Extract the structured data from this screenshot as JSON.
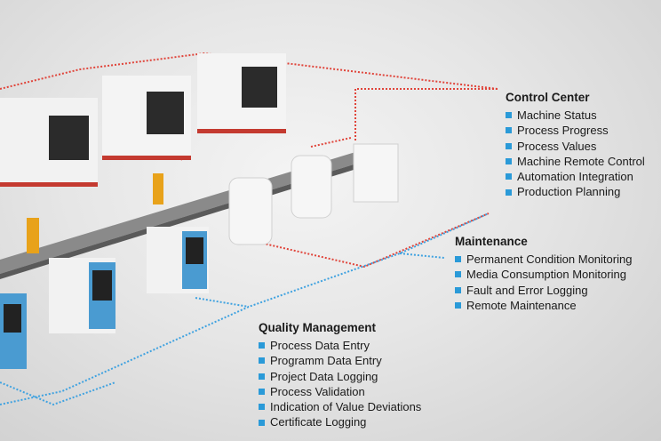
{
  "colors": {
    "bullet": "#2a9ad8",
    "control_line": "#e0443a",
    "quality_line": "#3fa2e0"
  },
  "control_center": {
    "title": "Control Center",
    "items": [
      "Machine Status",
      "Process Progress",
      "Process Values",
      "Machine Remote Control",
      "Automation Integration",
      "Production Planning"
    ]
  },
  "maintenance": {
    "title": "Maintenance",
    "items": [
      "Permanent Condition Monitoring",
      "Media Consumption Monitoring",
      "Fault and Error Logging",
      "Remote Maintenance"
    ]
  },
  "quality_management": {
    "title": "Quality Management",
    "items": [
      "Process Data Entry",
      "Programm Data Entry",
      "Project Data Logging",
      "Process Validation",
      "Indication of Value Deviations",
      "Certificate Logging"
    ]
  }
}
